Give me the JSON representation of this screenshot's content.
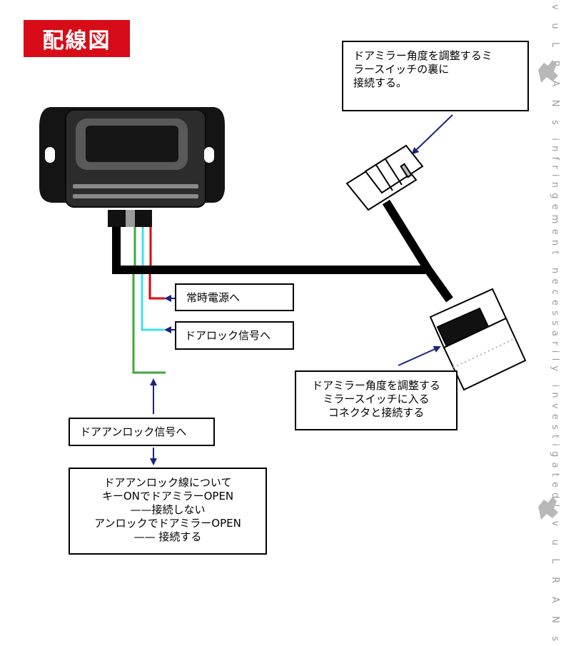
{
  "title": "配線図",
  "colors": {
    "title_bg": "#d80c18",
    "wire_power": "#e0000c",
    "wire_lock": "#3fe0ee",
    "wire_unlock": "#3daa3d",
    "harness": "#000000",
    "arrow": "#1a237e"
  },
  "notes": {
    "mirror_switch_back": [
      "ドアミラー角度を調整するミ",
      "ラースイッチの裏に",
      "接続する。"
    ],
    "power": "常時電源へ",
    "door_lock": "ドアロック信号へ",
    "door_unlock": "ドアアンロック信号へ",
    "connector": [
      "ドアミラー角度を調整する",
      "ミラースイッチに入る",
      "コネクタと接続する"
    ],
    "unlock_wire_info": [
      "ドアアンロック線について",
      "キーONでドアミラーOPEN",
      "——接続しない",
      "アンロックでドアミラーOPEN",
      "—— 接続する"
    ]
  },
  "watermark": "v u L R A N s   infringement necessarily investigated!   v u L R A N s",
  "icons": [
    "arrow-left-icon",
    "arrow-up-icon",
    "arrow-down-icon",
    "arrow-diagonal-icon",
    "dragon-logo-icon"
  ]
}
